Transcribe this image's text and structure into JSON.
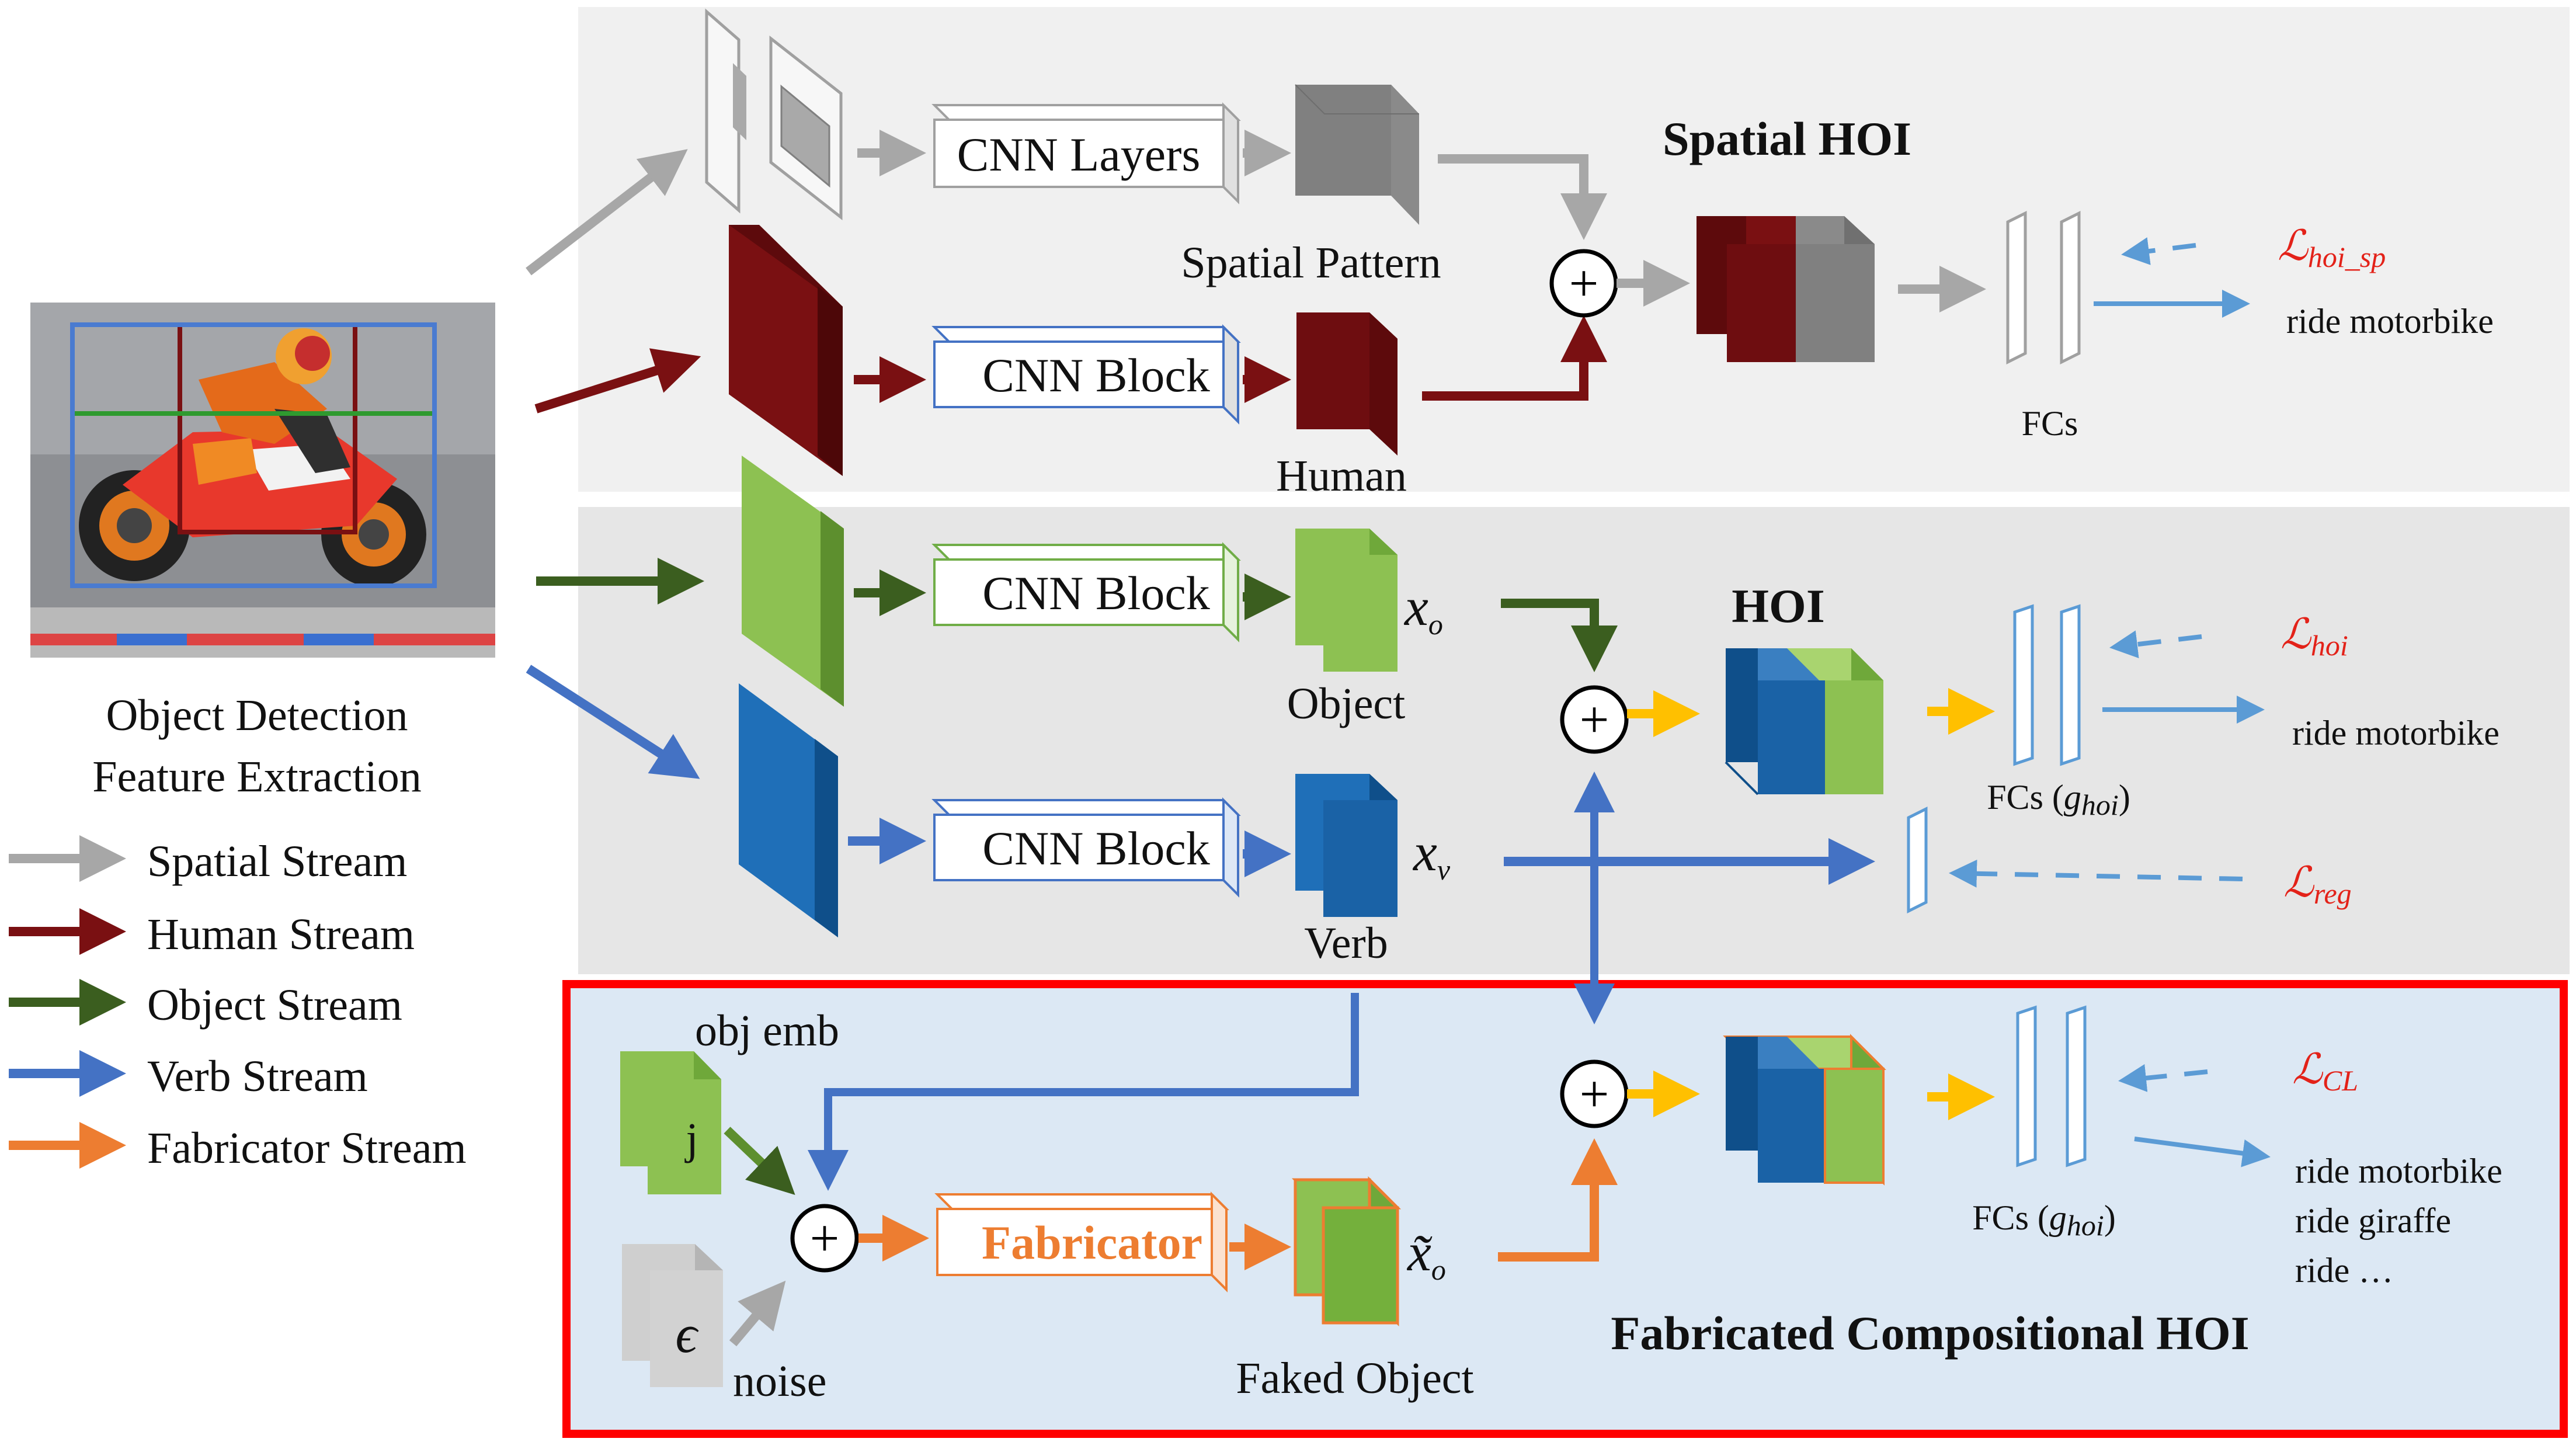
{
  "colors": {
    "spatial": "#a7a7a7",
    "human": "#7a1012",
    "object": "#3b5e1f",
    "verb": "#4472c4",
    "fabricator": "#ed7d31",
    "hoi_arrow": "#ffc000",
    "loss_text": "#e32219",
    "loss_arrow": "#5b9bd5",
    "fabricated_frame": "#ff0000",
    "fabricated_panel": "#dce8f4"
  },
  "input": {
    "image_subject": "motorcyclist riding a motorbike with human and object boxes",
    "caption_line1": "Object Detection",
    "caption_line2": "Feature Extraction"
  },
  "legend": [
    {
      "label": "Spatial Stream",
      "color": "#a7a7a7"
    },
    {
      "label": "Human Stream",
      "color": "#7a1012"
    },
    {
      "label": "Object Stream",
      "color": "#3b5e1f"
    },
    {
      "label": "Verb Stream",
      "color": "#4472c4"
    },
    {
      "label": "Fabricator Stream",
      "color": "#ed7d31"
    }
  ],
  "spatial": {
    "cnn_label": "CNN Layers",
    "pattern_label": "Spatial Pattern",
    "title": "Spatial HOI",
    "fcs_label": "FCs",
    "loss_main": "ℒ",
    "loss_sub": "hoi_sp",
    "prediction": "ride motorbike"
  },
  "human": {
    "cnn_label": "CNN Block",
    "feature_label": "Human"
  },
  "object": {
    "cnn_label": "CNN Block",
    "feature_label": "Object",
    "symbol_main": "x",
    "symbol_sub": "o"
  },
  "verb": {
    "cnn_label": "CNN Block",
    "feature_label": "Verb",
    "symbol_main": "x",
    "symbol_sub": "v",
    "loss_main": "ℒ",
    "loss_sub": "reg"
  },
  "hoi": {
    "title": "HOI",
    "fcs_label_prefix": "FCs (",
    "fcs_symbol_main": "g",
    "fcs_symbol_sub": "hoi",
    "fcs_label_suffix": ")",
    "loss_main": "ℒ",
    "loss_sub": "hoi",
    "prediction": "ride motorbike"
  },
  "fabricated": {
    "obj_emb_label": "obj emb",
    "obj_emb_symbol": "j",
    "noise_label": "noise",
    "noise_symbol": "ϵ",
    "fabricator_label": "Fabricator",
    "faked_label": "Faked Object",
    "symbol_main": "x̃",
    "symbol_sub": "o",
    "title": "Fabricated Compositional HOI",
    "fcs_label_prefix": "FCs (",
    "fcs_symbol_main": "g",
    "fcs_symbol_sub": "hoi",
    "fcs_label_suffix": ")",
    "loss_main": "ℒ",
    "loss_sub": "CL",
    "predictions": [
      "ride motorbike",
      "ride giraffe",
      "ride …"
    ]
  },
  "plus_symbol": "+"
}
